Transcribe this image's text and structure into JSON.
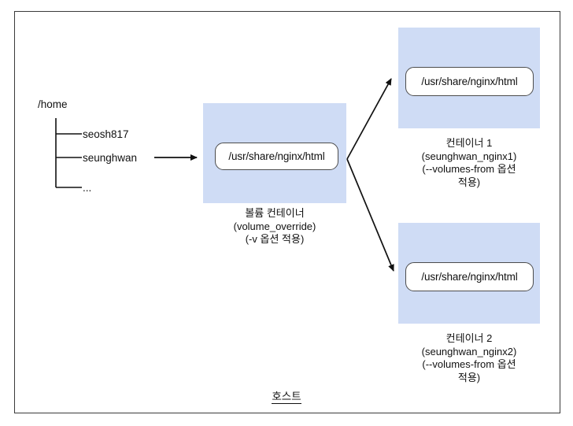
{
  "diagram": {
    "host_label": "호스트",
    "colors": {
      "panel_blue": "#cfdcf5",
      "box_border": "#4c4c4c",
      "frame_border": "#3a3a3a",
      "text": "#111111"
    },
    "file_tree": {
      "root": "/home",
      "children": [
        "seosh817",
        "seunghwan",
        "..."
      ]
    },
    "volume_container": {
      "path": "/usr/share/nginx/html",
      "caption": "볼륨 컨테이너\n(volume_override)\n(-v 옵션 적용)"
    },
    "containers": [
      {
        "path": "/usr/share/nginx/html",
        "caption": "컨테이너 1\n(seunghwan_nginx1)\n(--volumes-from 옵션\n적용)"
      },
      {
        "path": "/usr/share/nginx/html",
        "caption": "컨테이너 2\n(seunghwan_nginx2)\n(--volumes-from 옵션\n적용)"
      }
    ]
  }
}
